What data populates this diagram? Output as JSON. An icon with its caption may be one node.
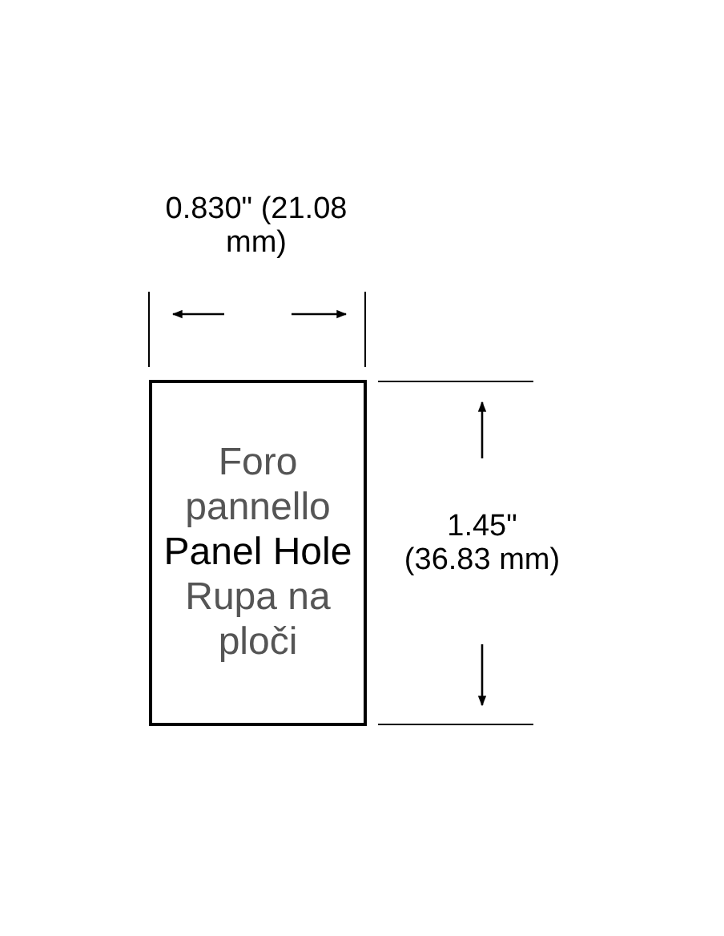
{
  "diagram": {
    "nodes": [
      {
        "text": [
          "Foro pannello",
          "Panel Hole",
          "Rupa na ploči"
        ]
      }
    ],
    "labels": [
      "0.830\" (21.08 mm)",
      "1.45\" (36.83 mm)"
    ]
  }
}
